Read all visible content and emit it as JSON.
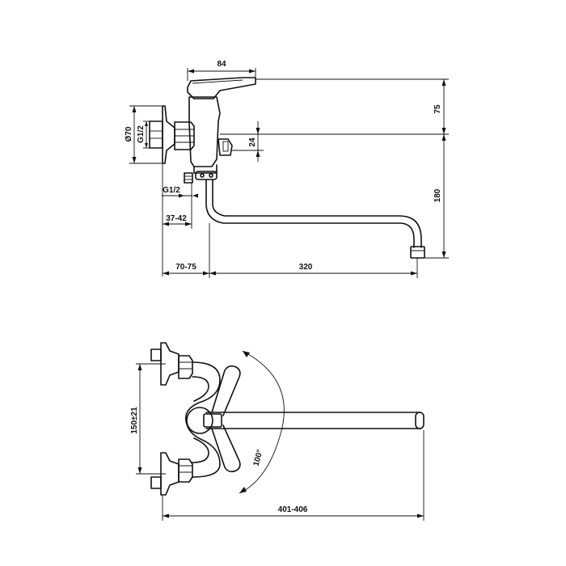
{
  "side_view": {
    "dims": {
      "handle_width": "84",
      "height_top": "75",
      "height_main": "180",
      "outlet_offset": "24",
      "flange_diameter": "Ø70",
      "inlet_thread": "G1/2",
      "side_thread": "G1/2",
      "wall_range": "37-42",
      "body_offset": "70-75",
      "spout_reach": "320"
    }
  },
  "top_view": {
    "dims": {
      "centers": "150±21",
      "overall_reach": "401-406",
      "rotation_angle": "100°"
    }
  },
  "colors": {
    "line": "#111111",
    "background": "#ffffff"
  }
}
